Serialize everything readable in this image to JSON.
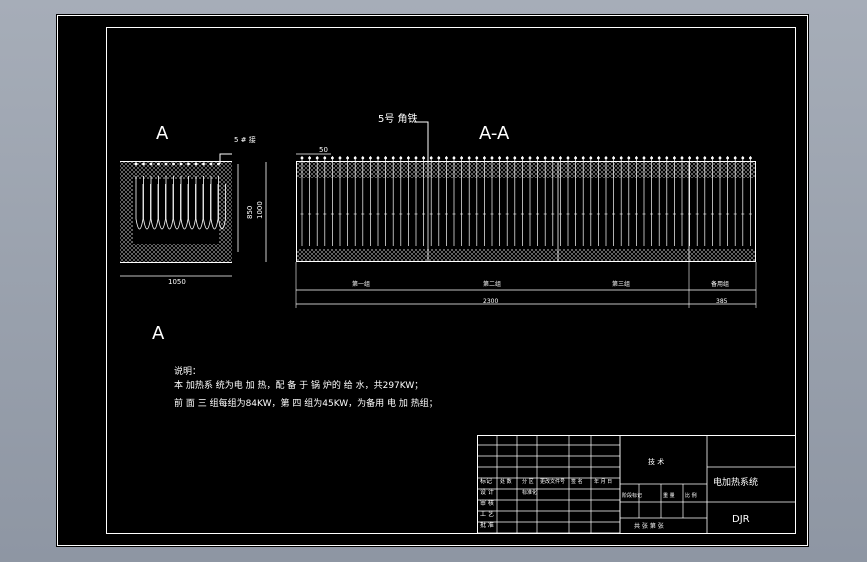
{
  "views": {
    "left_label": "A",
    "section_label": "A-A",
    "side_label": "A"
  },
  "left_view": {
    "top_callout": "5 # 接",
    "dim_bottom": "1050",
    "dim_inner": "850",
    "dim_outer": "1000"
  },
  "section_view": {
    "callout": "5号 角铁",
    "dim_top": "50",
    "group1": "第一组",
    "group2": "第二组",
    "group3": "第三组",
    "group4": "备用组",
    "dim_total": "2300",
    "dim_last": "385"
  },
  "notes": {
    "heading": "说明：",
    "line1": "本 加热系 统为电 加 热，配 备 于 锅 炉的 给 水，共297KW；",
    "line2": "前 面 三 组每组为84KW，第 四 组为45KW，为备用 电 加 热组；"
  },
  "title_block": {
    "tech_req": "技 术",
    "name": "电加热系统",
    "code": "DJR",
    "row_mark": "标记",
    "row_design": "设 计",
    "row_check": "审 核",
    "row_process": "工 艺",
    "row_std": "标准化",
    "h_count": "处 数",
    "h_zone": "分 区",
    "h_doc": "更改文件号",
    "h_sign": "签 名",
    "h_date": "年 月 日",
    "h_stage": "阶段标记",
    "h_weight": "重 量",
    "h_scale": "比 例",
    "sheets": "共  张  第  张",
    "approve": "批 准"
  }
}
